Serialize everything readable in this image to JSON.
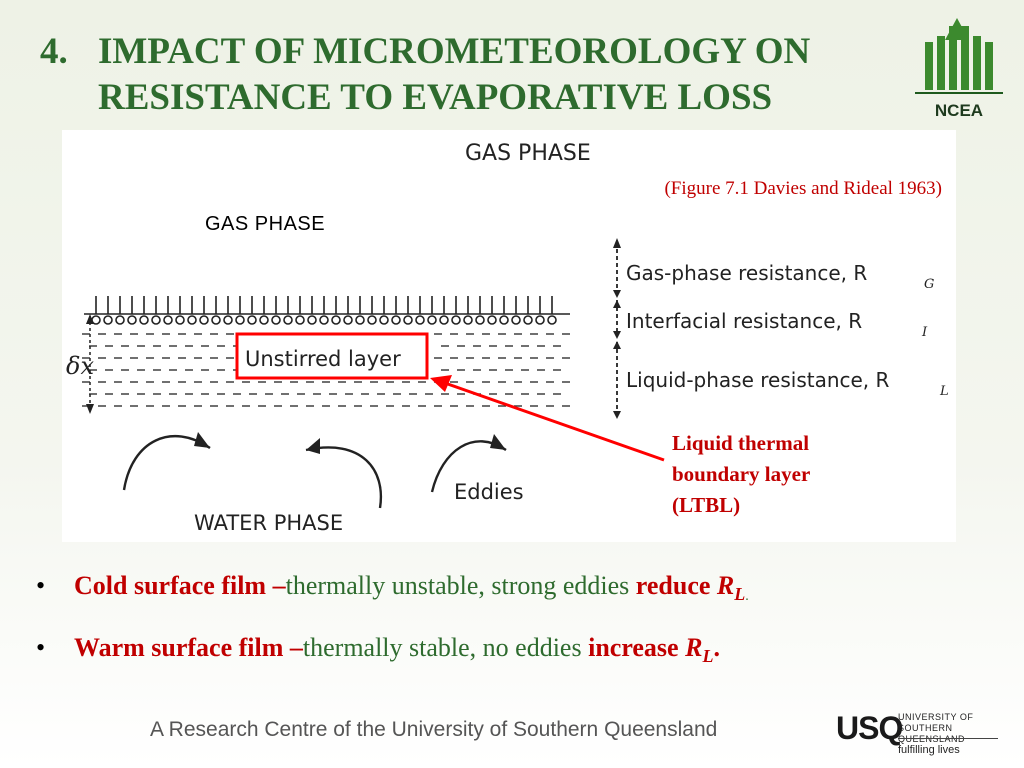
{
  "title": {
    "number": "4.",
    "line1": "IMPACT OF MICROMETEOROLOGY ON",
    "line2": "RESISTANCE TO EVAPORATIVE LOSS"
  },
  "logo": {
    "text": "NCEA"
  },
  "figure": {
    "caption": "(Figure 7.1 Davies and Rideal 1963)",
    "gas_phase_label": "GAS  PHASE",
    "scan_gas_phase": "GAS PHASE",
    "unstirred_layer": "Unstirred layer",
    "delta_x": "δx",
    "eddies": "Eddies",
    "water_phase": "WATER PHASE",
    "resistances": [
      "Gas-phase resistance, R",
      "Interfacial resistance, R",
      "Liquid-phase resistance, R"
    ],
    "resistance_subscripts": [
      "G",
      "I",
      "L"
    ],
    "ltbl_lines": [
      "Liquid thermal",
      "boundary layer",
      "(LTBL)"
    ]
  },
  "bullets": [
    {
      "bold": "Cold surface film",
      "dash": " –",
      "text": "thermally unstable, strong eddies ",
      "emph": "reduce ",
      "sym": "R",
      "sub": "L",
      "end": "."
    },
    {
      "bold": "Warm surface film",
      "dash": " –",
      "text": "thermally stable, no eddies ",
      "emph": "increase ",
      "sym": "R",
      "sub": "L",
      "end": "."
    }
  ],
  "footer": {
    "text": "A Research Centre of the University of Southern Queensland",
    "usq_mark": "USQ",
    "usq_name_1": "UNIVERSITY OF",
    "usq_name_2": "SOUTHERN QUEENSLAND",
    "usq_tagline": "fulfilling lives"
  },
  "colors": {
    "title": "#2e6b2e",
    "accent": "#c00000",
    "text": "#2e6b2e"
  }
}
